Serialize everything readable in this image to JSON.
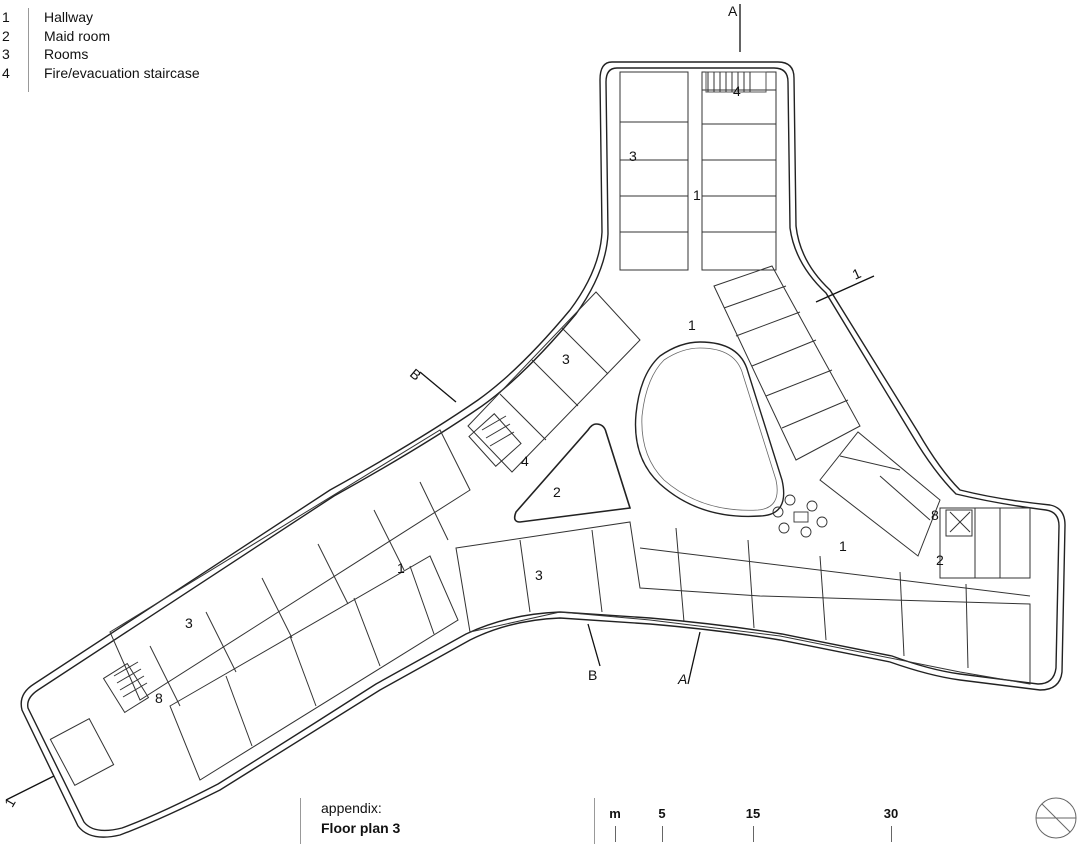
{
  "legend": [
    {
      "number": "1",
      "label": "Hallway"
    },
    {
      "number": "2",
      "label": "Maid room"
    },
    {
      "number": "3",
      "label": "Rooms"
    },
    {
      "number": "4",
      "label": "Fire/evacuation staircase"
    }
  ],
  "caption": {
    "subtitle": "appendix:",
    "title": "Floor plan 3"
  },
  "scale": {
    "unit": "m",
    "marks": [
      "5",
      "15",
      "30"
    ]
  },
  "section_markers": {
    "a": "A",
    "b": "B",
    "one": "1"
  },
  "plan_labels": {
    "hallway": "1",
    "maid_room": "2",
    "rooms": "3",
    "staircase": "4",
    "misc": "8"
  }
}
